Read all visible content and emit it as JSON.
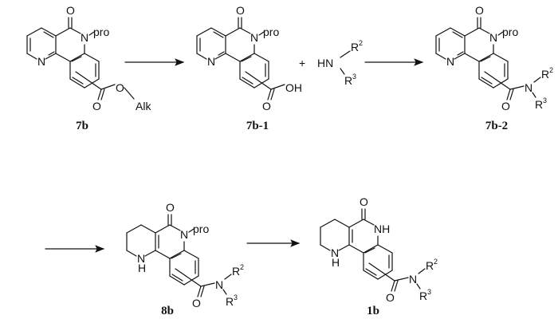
{
  "scheme": {
    "compounds": [
      {
        "id": "7b",
        "label": "7b",
        "ring_n": "N",
        "amide_n": "N",
        "oxo": "O",
        "n_sub": "pro",
        "sub_o1": "O",
        "sub_o2": "O",
        "alk": "Alk"
      },
      {
        "id": "7b-1",
        "label": "7b-1",
        "ring_n": "N",
        "amide_n": "N",
        "oxo": "O",
        "n_sub": "pro",
        "sub_o1": "O",
        "oh": "OH"
      },
      {
        "id": "7b-2",
        "label": "7b-2",
        "ring_n": "N",
        "amide_n": "N",
        "oxo": "O",
        "n_sub": "pro",
        "sub_o1": "O",
        "sub_n": "N",
        "r2": "R",
        "r2_sup": "2",
        "r3": "R",
        "r3_sup": "3"
      },
      {
        "id": "8b",
        "label": "8b",
        "ring_n": "N",
        "ring_h": "H",
        "amide_n": "N",
        "oxo": "O",
        "n_sub": "pro",
        "sub_o1": "O",
        "sub_n": "N",
        "r2": "R",
        "r2_sup": "2",
        "r3": "R",
        "r3_sup": "3"
      },
      {
        "id": "1b",
        "label": "1b",
        "ring_n": "N",
        "ring_h": "H",
        "amide_nh": "NH",
        "oxo": "O",
        "sub_o1": "O",
        "sub_n": "N",
        "r2": "R",
        "r2_sup": "2",
        "r3": "R",
        "r3_sup": "3"
      }
    ],
    "reagent": {
      "plus": "+",
      "hn": "HN",
      "r2": "R",
      "r2_sup": "2",
      "r3": "R",
      "r3_sup": "3"
    }
  }
}
